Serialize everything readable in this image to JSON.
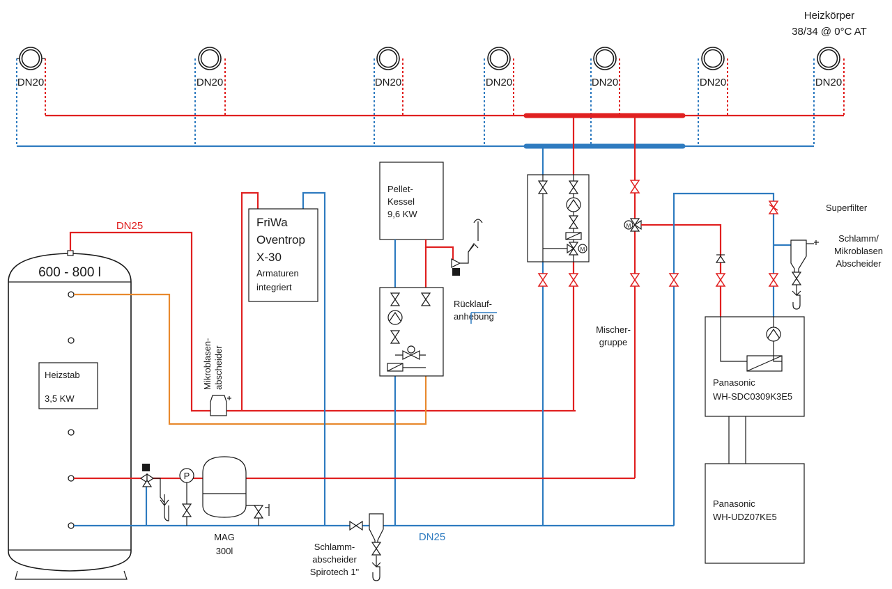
{
  "labels": {
    "radiator_title_1": "Heizkörper",
    "radiator_title_2": "38/34 @ 0°C AT",
    "radiator_dn": "DN20",
    "dn25_top": "DN25",
    "dn25_bottom": "DN25",
    "tank_volume": "600 - 800 l",
    "heizstab_1": "Heizstab",
    "heizstab_2": "3,5 KW",
    "friwa_1": "FriWa",
    "friwa_2": "Oventrop",
    "friwa_3": "X-30",
    "friwa_4": "Armaturen",
    "friwa_5": "integriert",
    "pellet_1": "Pellet-",
    "pellet_2": "Kessel",
    "pellet_3": "9,6 KW",
    "ruecklauf_1": "Rücklauf-",
    "ruecklauf_2": "anhebung",
    "mischer_1": "Mischer-",
    "mischer_2": "gruppe",
    "superfilter": "Superfilter",
    "schlamm_1": "Schlamm/",
    "schlamm_2": "Mikroblasen",
    "schlamm_3": "Abscheider",
    "mikroblasen_1": "Mikroblasen-",
    "mikroblasen_2": "abscheider",
    "panasonic_in_1": "Panasonic",
    "panasonic_in_2": "WH-SDC0309K3E5",
    "panasonic_out_1": "Panasonic",
    "panasonic_out_2": "WH-UDZ07KE5",
    "mag_1": "MAG",
    "mag_2": "300l",
    "spiro_1": "Schlamm-",
    "spiro_2": "abscheider",
    "spiro_3": "Spirotech 1\"",
    "pressure_gauge": "P"
  },
  "colors": {
    "supply": "#e02020",
    "return": "#2e7bc0",
    "dhw_circuit": "#e8892e",
    "outline": "#1a1a1a"
  }
}
